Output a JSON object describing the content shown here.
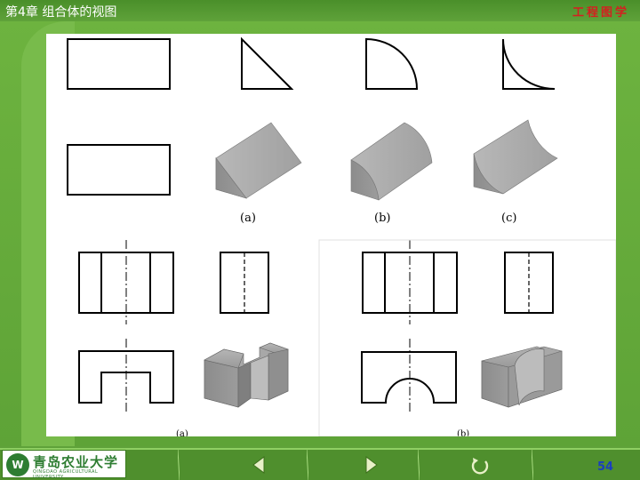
{
  "header": {
    "chapter_title": "第4章  组合体的视图",
    "brand": "工程图学"
  },
  "figure_top": {
    "captions": [
      "(a)",
      "(b)",
      "(c)"
    ]
  },
  "figure_bottom": {
    "captions": [
      "(a)",
      "(b)"
    ]
  },
  "footer": {
    "logo_text": "青岛农业大学",
    "logo_sub": "QINGDAO AGRICULTURAL UNIVERSITY",
    "logo_emblem": "W",
    "page_number": "54",
    "icons": [
      "prev-arrow-icon",
      "next-arrow-icon",
      "refresh-icon"
    ]
  },
  "colors": {
    "green": "#5fa23a",
    "brand_red": "#d42020",
    "page_blue": "#1a3fbf",
    "solid_gray": "#a8a8a8"
  }
}
